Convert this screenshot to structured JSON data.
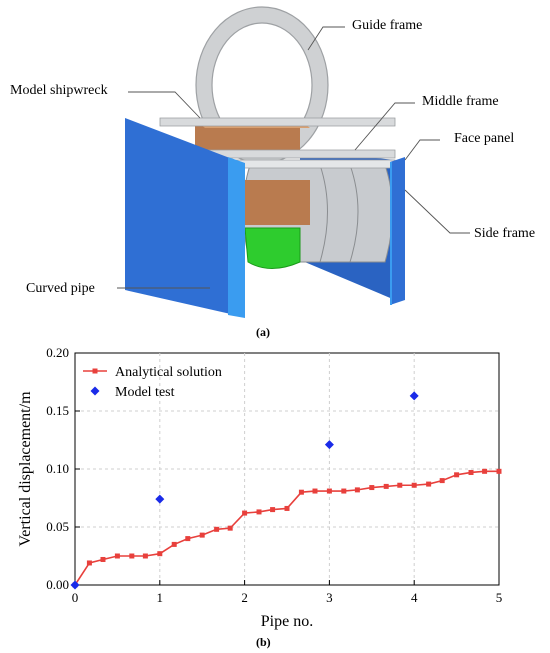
{
  "figure_a": {
    "labels": {
      "guide_frame": "Guide frame",
      "model_shipwreck": "Model shipwreck",
      "middle_frame": "Middle frame",
      "face_panel": "Face panel",
      "side_frame": "Side frame",
      "curved_pipe": "Curved pipe"
    },
    "caption": "(a)",
    "colors": {
      "side_frame": "#2f6fd4",
      "face_panel": "#3a9cf0",
      "ship": "#c98a5c",
      "green": "#2ecc2e",
      "steel": "#d8dadc"
    }
  },
  "figure_b": {
    "caption": "(b)",
    "chart_data": {
      "type": "line",
      "xlabel": "Pipe no.",
      "ylabel": "Vertical displacement/m",
      "xlim": [
        0,
        5
      ],
      "ylim": [
        0,
        0.2
      ],
      "x_ticks": [
        "0",
        "1",
        "2",
        "3",
        "4",
        "5"
      ],
      "y_ticks": [
        "0.00",
        "0.05",
        "0.10",
        "0.15",
        "0.20"
      ],
      "legend_position": "top-left",
      "series": [
        {
          "name": "Analytical solution",
          "kind": "line-square",
          "color": "#e8403c",
          "x": [
            0,
            0.17,
            0.33,
            0.5,
            0.67,
            0.83,
            1.0,
            1.17,
            1.33,
            1.5,
            1.67,
            1.83,
            2.0,
            2.17,
            2.33,
            2.5,
            2.67,
            2.83,
            3.0,
            3.17,
            3.33,
            3.5,
            3.67,
            3.83,
            4.0,
            4.17,
            4.33,
            4.5,
            4.67,
            4.83,
            5.0
          ],
          "y": [
            0.0,
            0.019,
            0.022,
            0.025,
            0.025,
            0.025,
            0.027,
            0.035,
            0.04,
            0.043,
            0.048,
            0.049,
            0.062,
            0.063,
            0.065,
            0.066,
            0.08,
            0.081,
            0.081,
            0.081,
            0.082,
            0.084,
            0.085,
            0.086,
            0.086,
            0.087,
            0.09,
            0.095,
            0.097,
            0.098,
            0.098
          ]
        },
        {
          "name": "Model test",
          "kind": "diamond",
          "color": "#1a2be8",
          "x": [
            0,
            1,
            3,
            4
          ],
          "y": [
            0.0,
            0.074,
            0.121,
            0.163
          ]
        }
      ]
    }
  }
}
